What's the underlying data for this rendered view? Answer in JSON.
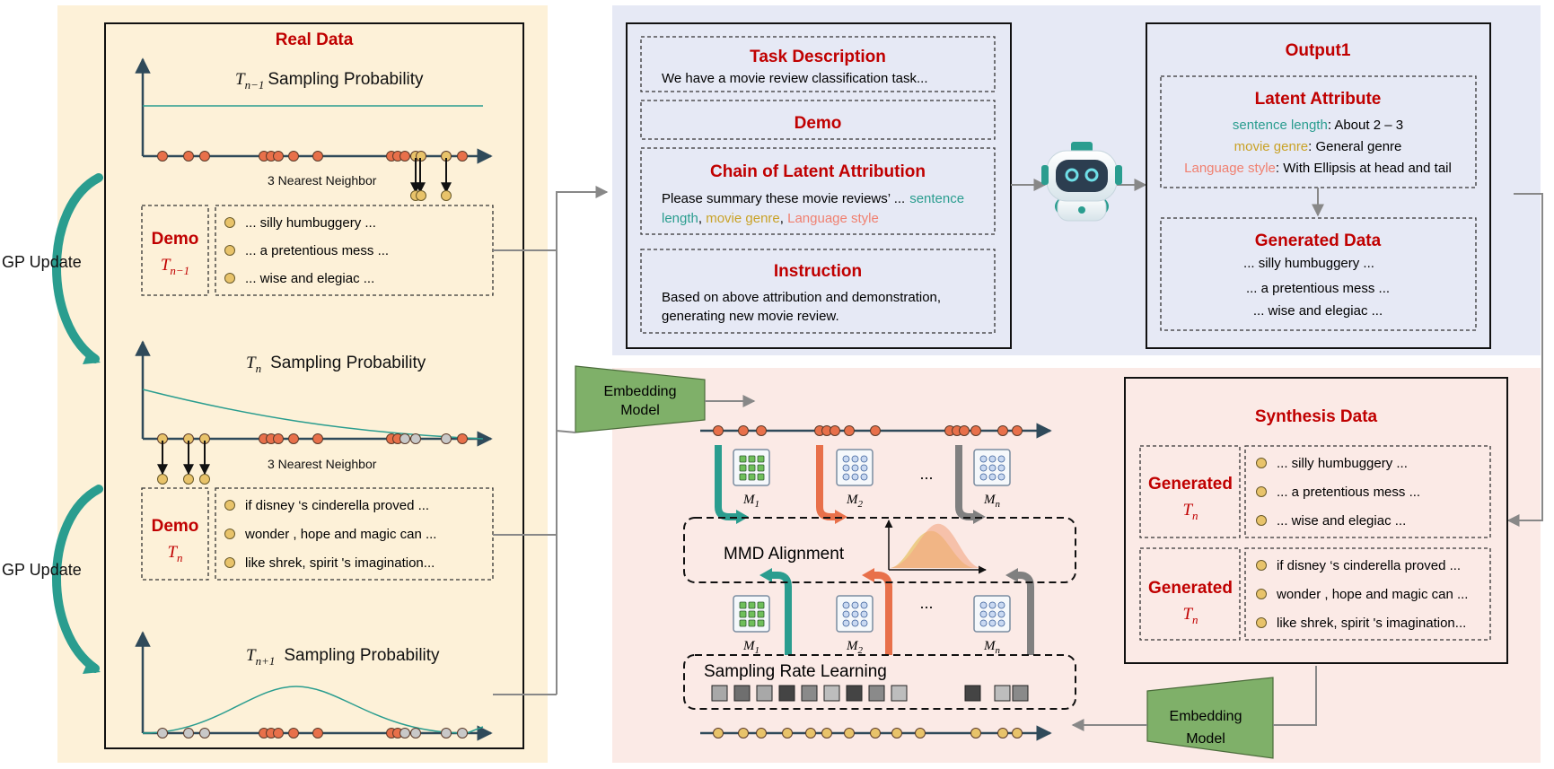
{
  "left": {
    "real_data_title": "Real Data",
    "gp_update_1": "GP Update",
    "gp_update_2": "GP Update",
    "panel1": {
      "T": "T",
      "sub": "n−1",
      "label": "Sampling Probability",
      "nn": "3 Nearest Neighbor"
    },
    "panel2": {
      "T": "T",
      "sub": "n",
      "label": "Sampling Probability",
      "nn": "3 Nearest Neighbor"
    },
    "panel3": {
      "T": "T",
      "sub": "n+1",
      "label": "Sampling Probability"
    },
    "demo1": {
      "title": "Demo",
      "T": "T",
      "sub": "n−1",
      "items": [
        "... silly humbuggery ...",
        "... a pretentious mess ...",
        "... wise and elegiac ..."
      ]
    },
    "demo2": {
      "title": "Demo",
      "T": "T",
      "sub": "n",
      "items": [
        "if disney ‘s cinderella proved ...",
        "wonder , hope and magic can ...",
        "like shrek, spirit 's imagination..."
      ]
    }
  },
  "prompt": {
    "task_title": "Task Description",
    "task_text": "We have a movie review classification task...",
    "demo_title": "Demo",
    "chain_title": "Chain of Latent Attribution",
    "chain_text_1": "Please summary these movie reviews’ ...",
    "chain_attr_1": "sentence",
    "chain_attr_1b": "length",
    "chain_attr_2": "movie genre",
    "chain_attr_3": "Language style",
    "instruction_title": "Instruction",
    "instruction_line1": "Based on above attribution and demonstration,",
    "instruction_line2": "generating new movie review."
  },
  "output": {
    "title": "Output1",
    "latent_title": "Latent Attribute",
    "attr1_key": "sentence length",
    "attr1_val": ": About 2 – 3",
    "attr2_key": "movie genre",
    "attr2_val": ": General genre",
    "attr3_key": "Language style",
    "attr3_val": ": With Ellipsis at head and tail",
    "generated_title": "Generated Data",
    "generated_items": [
      "... silly humbuggery ...",
      "... a pretentious mess ...",
      "... wise and elegiac ..."
    ]
  },
  "middle": {
    "embedding_top_line1": "Embedding",
    "embedding_top_line2": "Model",
    "embedding_bottom_line1": "Embedding",
    "embedding_bottom_line2": "Model",
    "mmd_label": "MMD Alignment",
    "sampling_label": "Sampling Rate Learning",
    "ellipsis": "...",
    "matrices": [
      {
        "M": "M",
        "sub": "1"
      },
      {
        "M": "M",
        "sub": "2"
      },
      {
        "M": "M",
        "sub": "n"
      }
    ]
  },
  "synthesis": {
    "title": "Synthesis Data",
    "group1": {
      "label": "Generated",
      "T": "T",
      "sub": "n",
      "items": [
        "... silly humbuggery ...",
        "... a pretentious mess ...",
        "... wise and elegiac ..."
      ]
    },
    "group2": {
      "label": "Generated",
      "T": "T",
      "sub": "n",
      "items": [
        "if disney ‘s cinderella proved ...",
        "wonder , hope and magic can ...",
        "like shrek, spirit 's imagination..."
      ]
    }
  },
  "colors": {
    "dark_red": "#c00000",
    "teal": "#2a9d8f",
    "orange": "#e8704a",
    "gold": "#c9a227",
    "salmon": "#f08070",
    "axis": "#2f4a5a",
    "left_bg": "#fdf1d8",
    "top_right_bg": "#e6e9f5",
    "bottom_right_bg": "#fbeae6",
    "embed_green": "#7fb069"
  }
}
